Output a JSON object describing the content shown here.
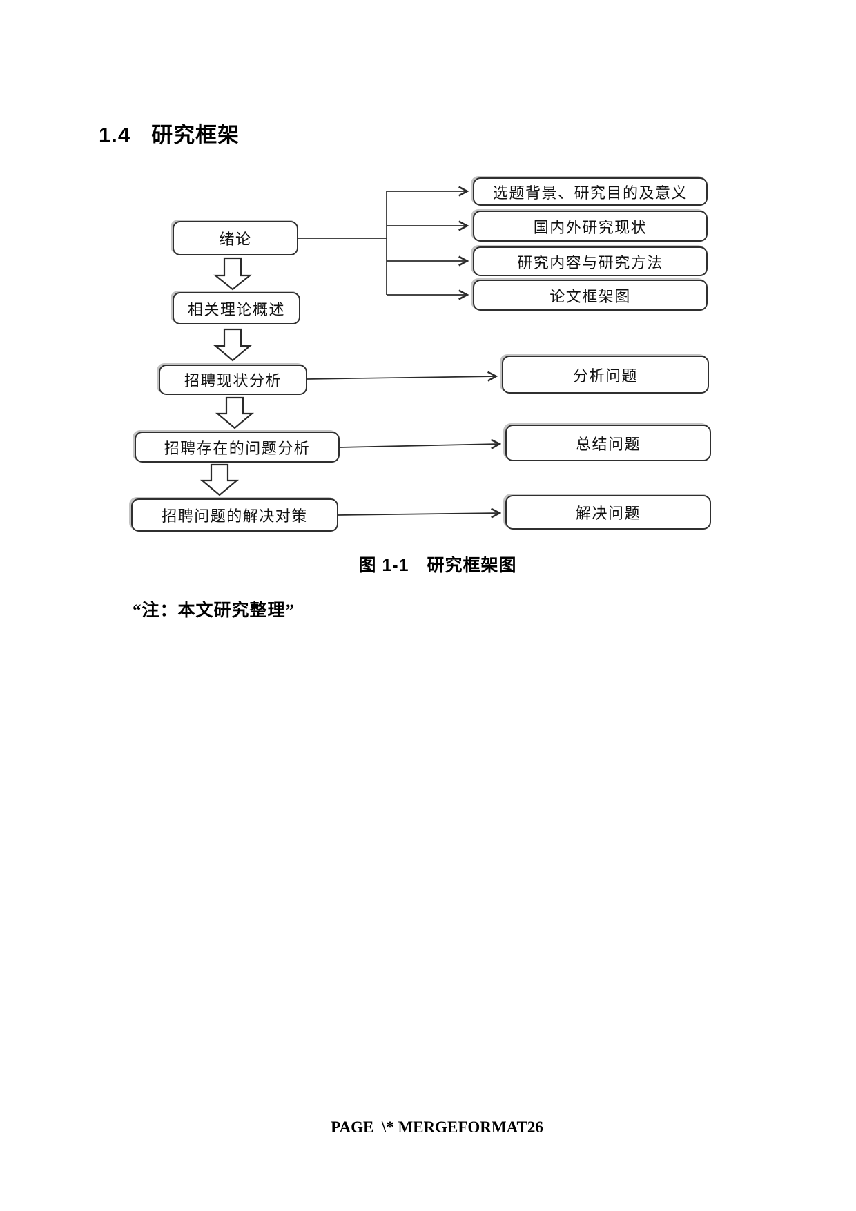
{
  "page": {
    "heading": {
      "number": "1.4",
      "title": "研究框架"
    },
    "figure_caption": "图 1-1　研究框架图",
    "note": "“注：本文研究整理”",
    "footer_page_field": "PAGE  \\* MERGEFORMAT26"
  },
  "diagram": {
    "type": "flowchart",
    "title": "研究框架图",
    "nodes": {
      "intro": "绪论",
      "theory": "相关理论概述",
      "status": "招聘现状分析",
      "problems": "招聘存在的问题分析",
      "solutions": "招聘问题的解决对策",
      "branch1": "选题背景、研究目的及意义",
      "branch2": "国内外研究现状",
      "branch3": "研究内容与研究方法",
      "branch4": "论文框架图",
      "result1": "分析问题",
      "result2": "总结问题",
      "result3": "解决问题"
    },
    "edges": [
      {
        "from": "绪论",
        "to": "选题背景、研究目的及意义"
      },
      {
        "from": "绪论",
        "to": "国内外研究现状"
      },
      {
        "from": "绪论",
        "to": "研究内容与研究方法"
      },
      {
        "from": "绪论",
        "to": "论文框架图"
      },
      {
        "from": "绪论",
        "to": "相关理论概述"
      },
      {
        "from": "相关理论概述",
        "to": "招聘现状分析"
      },
      {
        "from": "招聘现状分析",
        "to": "分析问题"
      },
      {
        "from": "招聘现状分析",
        "to": "招聘存在的问题分析"
      },
      {
        "from": "招聘存在的问题分析",
        "to": "总结问题"
      },
      {
        "from": "招聘存在的问题分析",
        "to": "招聘问题的解决对策"
      },
      {
        "from": "招聘问题的解决对策",
        "to": "解决问题"
      }
    ],
    "colors": {
      "ink": "#1a1a1a",
      "border": "#2f2f2f",
      "background": "#ffffff"
    }
  }
}
